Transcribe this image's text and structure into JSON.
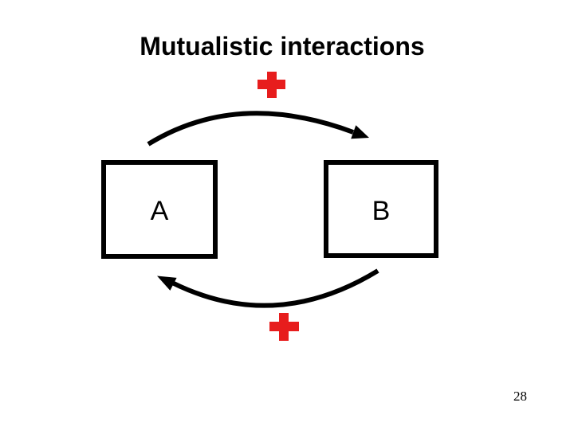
{
  "slide": {
    "title": "Mutualistic interactions",
    "page_number": "28"
  },
  "diagram": {
    "nodes": [
      {
        "id": "A",
        "label": "A"
      },
      {
        "id": "B",
        "label": "B"
      }
    ],
    "relations": [
      {
        "from": "A",
        "to": "B",
        "effect": "+",
        "position": "top",
        "description": "curved arrow from A to B with red plus sign above"
      },
      {
        "from": "B",
        "to": "A",
        "effect": "+",
        "position": "bottom",
        "description": "curved arrow from B to A with red plus sign below"
      }
    ],
    "colors": {
      "effect_positive": "#e71d1d",
      "line": "#000000",
      "background": "#ffffff"
    }
  }
}
